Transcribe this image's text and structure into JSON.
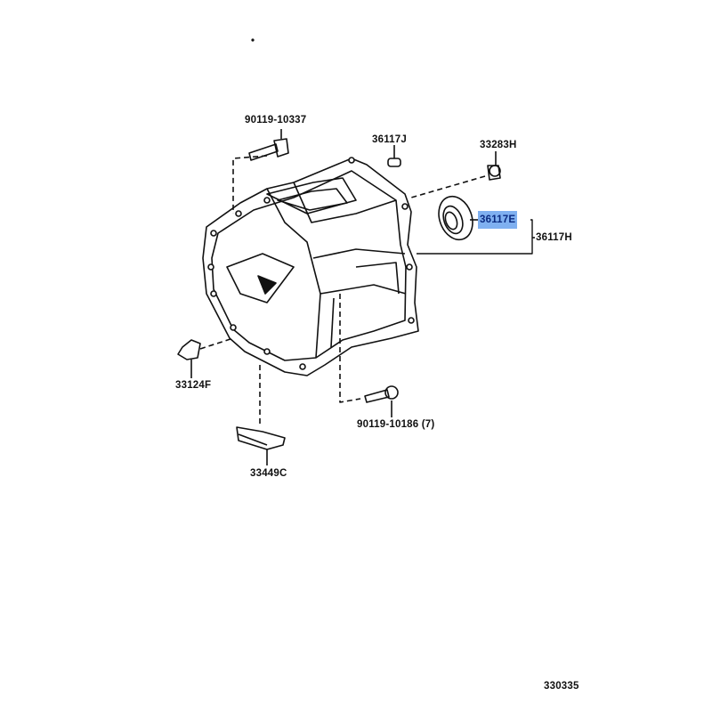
{
  "diagram": {
    "parts": [
      {
        "number": "90119-10337",
        "name": "bolt"
      },
      {
        "number": "36117J",
        "name": "pin"
      },
      {
        "number": "33283H",
        "name": "plug"
      },
      {
        "number": "36117E",
        "name": "oil-seal",
        "highlighted": true
      },
      {
        "number": "36117H",
        "name": "housing-assembly"
      },
      {
        "number": "33124F",
        "name": "clamp"
      },
      {
        "number": "90119-10186 (7)",
        "name": "bolt"
      },
      {
        "number": "33449C",
        "name": "bracket"
      }
    ],
    "figure_number": "330335",
    "highlight_color": "#7fb0f0"
  }
}
